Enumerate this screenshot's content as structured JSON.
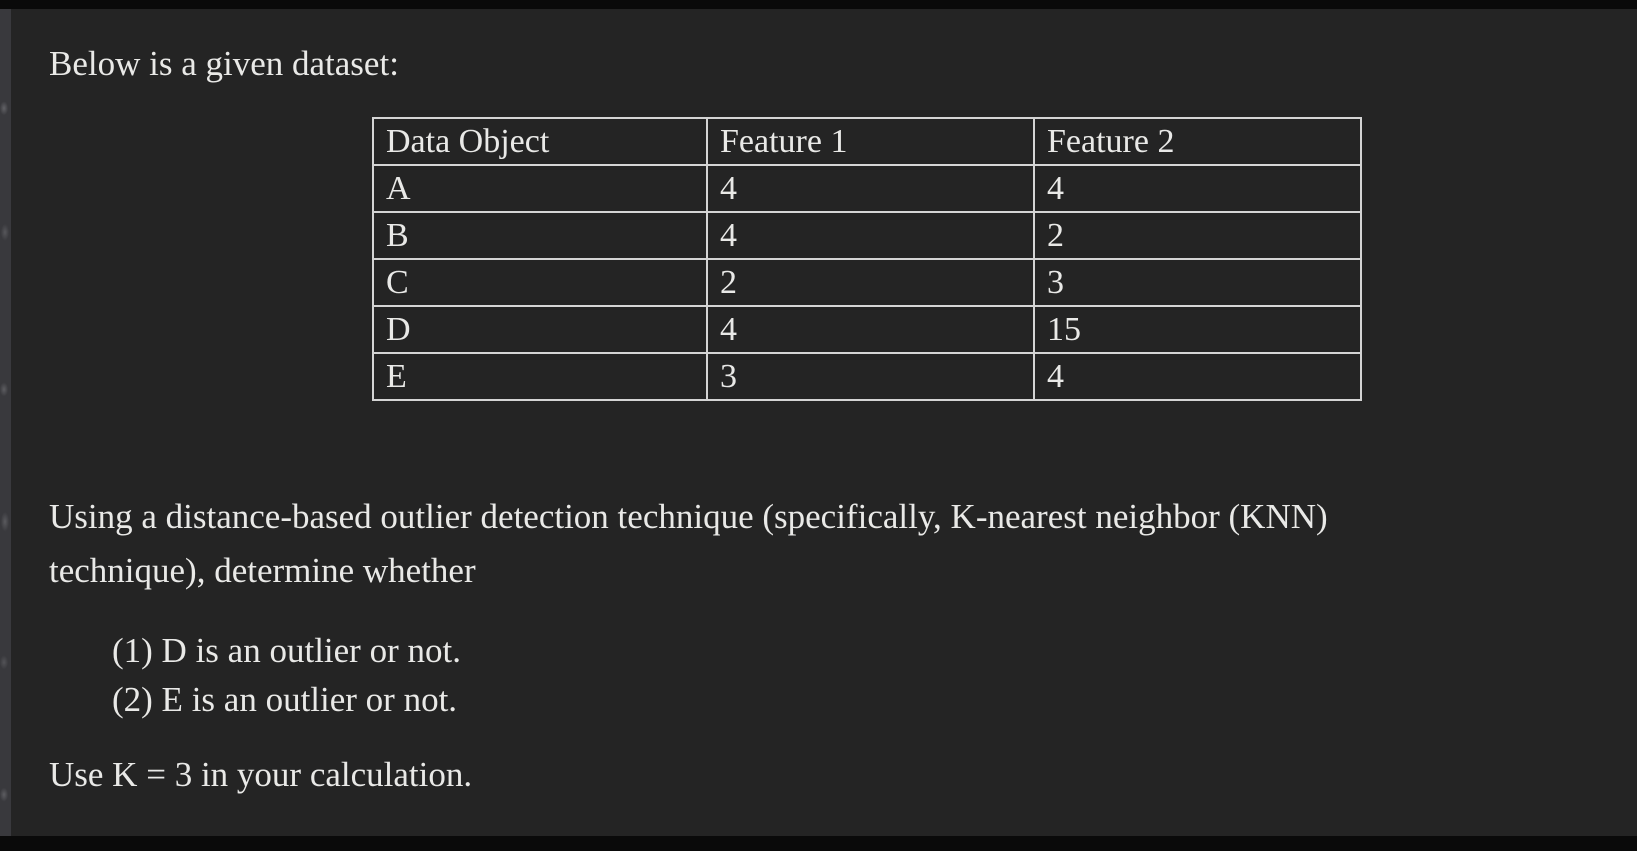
{
  "colors": {
    "background": "#242424",
    "text": "#e9e9e7",
    "table_border": "#d4d4d4",
    "edge_bars": "#0a0a0a",
    "left_strip": "#39393d"
  },
  "page": {
    "intro_text": "Below is a given dataset:",
    "question_paragraph": "Using a distance-based outlier detection technique (specifically, K-nearest neighbor (KNN)\ntechnique), determine whether",
    "question_items": [
      "(1) D is an outlier or not.",
      "(2) E is an outlier or not."
    ],
    "closing_text": "Use K = 3 in your calculation."
  },
  "table": {
    "headers": [
      "Data Object",
      "Feature 1",
      "Feature 2"
    ],
    "rows": [
      {
        "object": "A",
        "feature1": "4",
        "feature2": "4"
      },
      {
        "object": "B",
        "feature1": "4",
        "feature2": "2"
      },
      {
        "object": "C",
        "feature1": "2",
        "feature2": "3"
      },
      {
        "object": "D",
        "feature1": "4",
        "feature2": "15"
      },
      {
        "object": "E",
        "feature1": "3",
        "feature2": "4"
      }
    ]
  }
}
